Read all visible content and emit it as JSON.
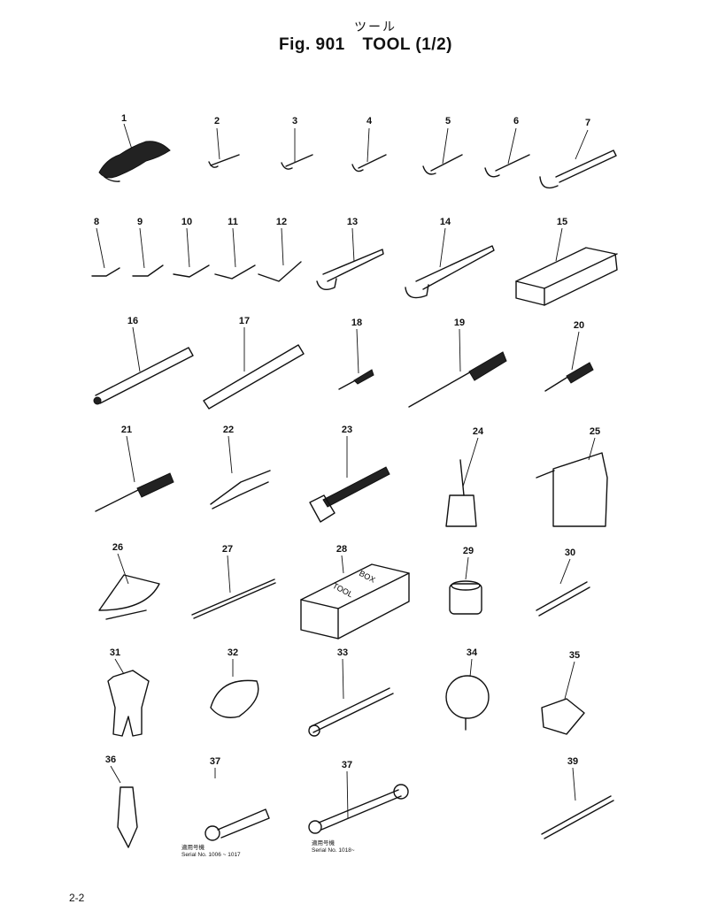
{
  "header": {
    "title_jp": "ツール",
    "fig_label": "Fig. 901",
    "fig_title": "TOOL (1/2)"
  },
  "items": [
    {
      "no": "1"
    },
    {
      "no": "2"
    },
    {
      "no": "3"
    },
    {
      "no": "4"
    },
    {
      "no": "5"
    },
    {
      "no": "6"
    },
    {
      "no": "7"
    },
    {
      "no": "8"
    },
    {
      "no": "9"
    },
    {
      "no": "10"
    },
    {
      "no": "11"
    },
    {
      "no": "12"
    },
    {
      "no": "13"
    },
    {
      "no": "14"
    },
    {
      "no": "15"
    },
    {
      "no": "16"
    },
    {
      "no": "17"
    },
    {
      "no": "18"
    },
    {
      "no": "19"
    },
    {
      "no": "20"
    },
    {
      "no": "21"
    },
    {
      "no": "22"
    },
    {
      "no": "23"
    },
    {
      "no": "24"
    },
    {
      "no": "25"
    },
    {
      "no": "26"
    },
    {
      "no": "27"
    },
    {
      "no": "28"
    },
    {
      "no": "29"
    },
    {
      "no": "30"
    },
    {
      "no": "31"
    },
    {
      "no": "32"
    },
    {
      "no": "33"
    },
    {
      "no": "34"
    },
    {
      "no": "35"
    },
    {
      "no": "36"
    },
    {
      "no": "37"
    },
    {
      "no": "37"
    },
    {
      "no": "39"
    }
  ],
  "box_labels": {
    "line1": "TOOL",
    "line2": "BOX"
  },
  "serial_notes": {
    "left_jp": "適用号機",
    "left": "Serial No. 1006 ~ 1017",
    "right_jp": "適用号機",
    "right": "Serial No. 1018~"
  },
  "page_number": "2-2"
}
